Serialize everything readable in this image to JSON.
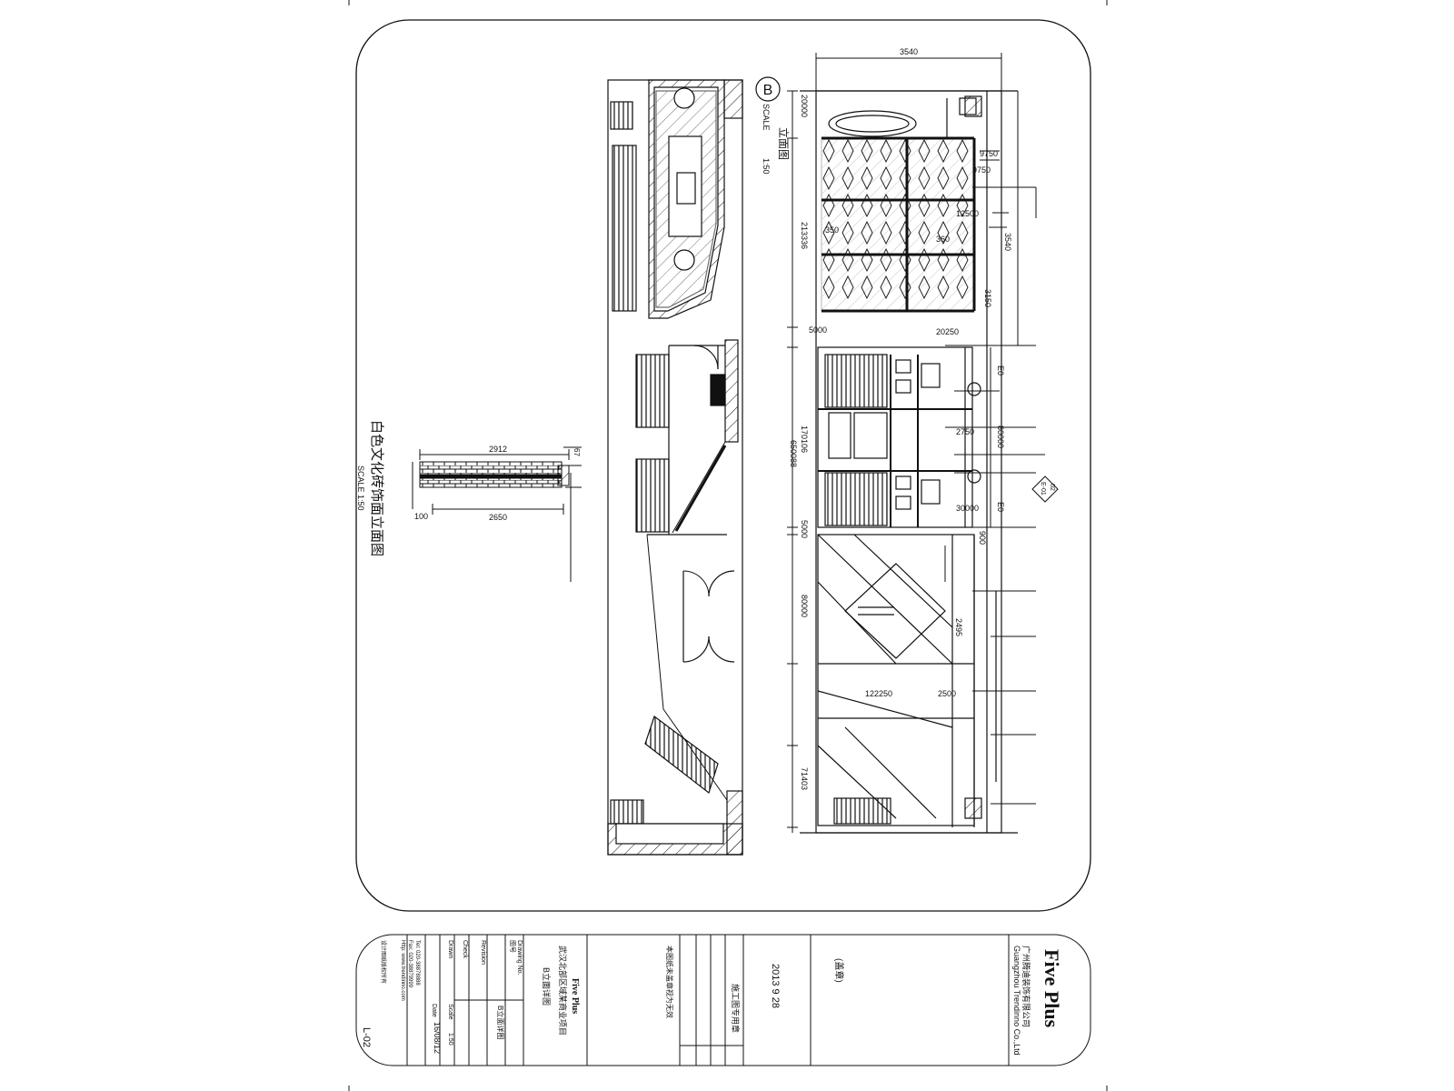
{
  "titles": {
    "elevation_b_letter": "B",
    "elevation_b_title": "立面图",
    "elevation_b_scale_label": "SCALE",
    "elevation_b_scale": "1:50",
    "culture_wall_title": "白色文化砖饰面立面图",
    "culture_wall_scale": "SCALE 1:50"
  },
  "dimensions": {
    "top_width": "3540",
    "right_total": "3540",
    "left_upper": "213336",
    "left_mid": "170106",
    "left_total": "650088",
    "left_lower": "80000",
    "left_bottom": "71403",
    "left_top_small": "20000",
    "left_5000_a": "5000",
    "left_5000_b": "5000",
    "inner_9750_a": "9750",
    "inner_9750_b": "9750",
    "inner_12500": "12500",
    "inner_350": "350",
    "inner_360": "360",
    "inner_3150": "3150",
    "inner_20250": "20250",
    "inner_2750": "2750",
    "inner_80000": "80000",
    "inner_30000": "30000",
    "inner_900": "900",
    "inner_2495": "2495",
    "inner_122250": "122250",
    "inner_2500": "2500",
    "e0_a": "E0",
    "e0_b": "E0",
    "section_mark_top": "02",
    "section_mark_bottom": "E-01",
    "wall_top": "2912",
    "wall_bottom": "2650",
    "wall_offset": "100",
    "wall_side": "67"
  },
  "title_block": {
    "brand": "Five Plus",
    "company_cn": "广州腾迪装饰有限公司",
    "company_en": "Guangzhou Trendinno Co.,Ltd",
    "date_stamp": "2013 9 28",
    "stamp_label": "(盖章)",
    "approval_label": "施工图专用章",
    "approval_note": "本图纸未盖章视为无效",
    "project_brand": "Five Plus",
    "project_name": "武汉北部区域某商业项目",
    "drawing_name": "B立面详图",
    "drawing_no_label": "Drawing No.",
    "drawing_no_label_cn": "图号",
    "scale_label": "Scale",
    "scale_value": "1:50",
    "date_label": "Date",
    "date_value": "16/08/12",
    "drawn_label": "Drawn",
    "check_label": "Check",
    "revision_label": "Revision",
    "sheet_no": "L-02",
    "tel_line_1": "Tel: 020-38878888",
    "tel_line_2": "Fax: 020-38879999",
    "tel_line_3": "Http: www.trendinno.com",
    "footer_note": "设计图纸版权所有"
  },
  "colors": {
    "line": "#111111",
    "fill_dark": "#111111",
    "paper": "#ffffff"
  }
}
